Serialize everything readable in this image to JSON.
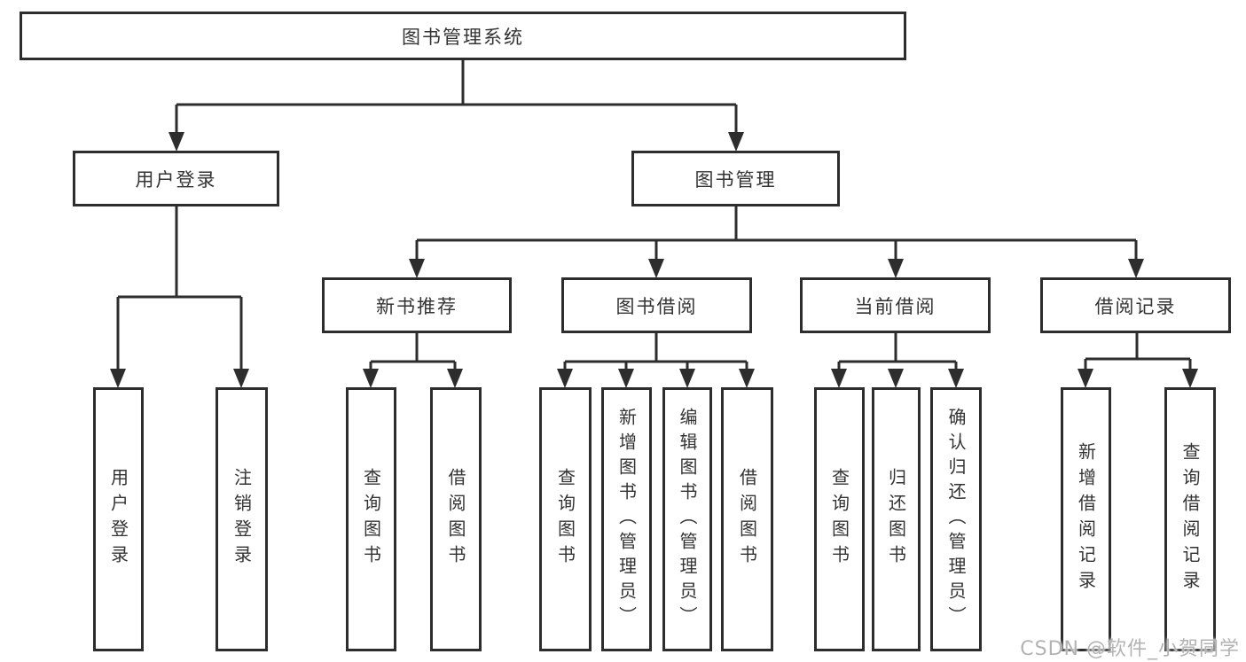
{
  "colors": {
    "line": "#2d2d2d",
    "box_border": "#2d2d2d",
    "text": "#333333",
    "watermark": "#b3b3b3",
    "background": "#ffffff"
  },
  "tree": {
    "root": {
      "label": "图书管理系统",
      "children": [
        {
          "label": "用户登录",
          "children": [
            {
              "label": "用户登录"
            },
            {
              "label": "注销登录"
            }
          ]
        },
        {
          "label": "图书管理",
          "children": [
            {
              "label": "新书推荐",
              "children": [
                {
                  "label": "查询图书"
                },
                {
                  "label": "借阅图书"
                }
              ]
            },
            {
              "label": "图书借阅",
              "children": [
                {
                  "label": "查询图书"
                },
                {
                  "label": "新增图书（管理员）"
                },
                {
                  "label": "编辑图书（管理员）"
                },
                {
                  "label": "借阅图书"
                }
              ]
            },
            {
              "label": "当前借阅",
              "children": [
                {
                  "label": "查询图书"
                },
                {
                  "label": "归还图书"
                },
                {
                  "label": "确认归还（管理员）"
                }
              ]
            },
            {
              "label": "借阅记录",
              "children": [
                {
                  "label": "新增借阅记录"
                },
                {
                  "label": "查询借阅记录"
                }
              ]
            }
          ]
        }
      ]
    }
  },
  "watermark": {
    "text": "CSDN @软件_小贺同学"
  }
}
